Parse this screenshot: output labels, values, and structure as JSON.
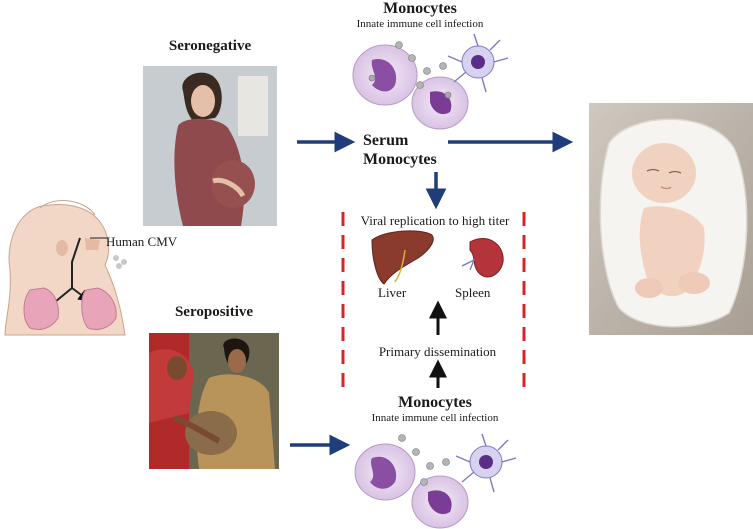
{
  "labels": {
    "seronegative": "Seronegative",
    "seropositive": "Seropositive",
    "human_cmv": "Human CMV",
    "monocytes_top_title": "Monocytes",
    "monocytes_top_sub": "Innate immune cell infection",
    "serum_monocytes_line1": "Serum",
    "serum_monocytes_line2": "Monocytes",
    "viral_replication": "Viral replication to high titer",
    "liver": "Liver",
    "spleen": "Spleen",
    "primary_dissemination": "Primary dissemination",
    "monocytes_bottom_title": "Monocytes",
    "monocytes_bottom_sub": "Innate immune cell infection"
  },
  "colors": {
    "arrow_blue": "#1f3d7a",
    "dashed_red": "#d8232a",
    "arrow_black": "#111111",
    "liver": "#8b3a2e",
    "spleen": "#b5333a",
    "cell_purple": "#8a4fa3",
    "lung_pink": "#e8a4b8"
  }
}
